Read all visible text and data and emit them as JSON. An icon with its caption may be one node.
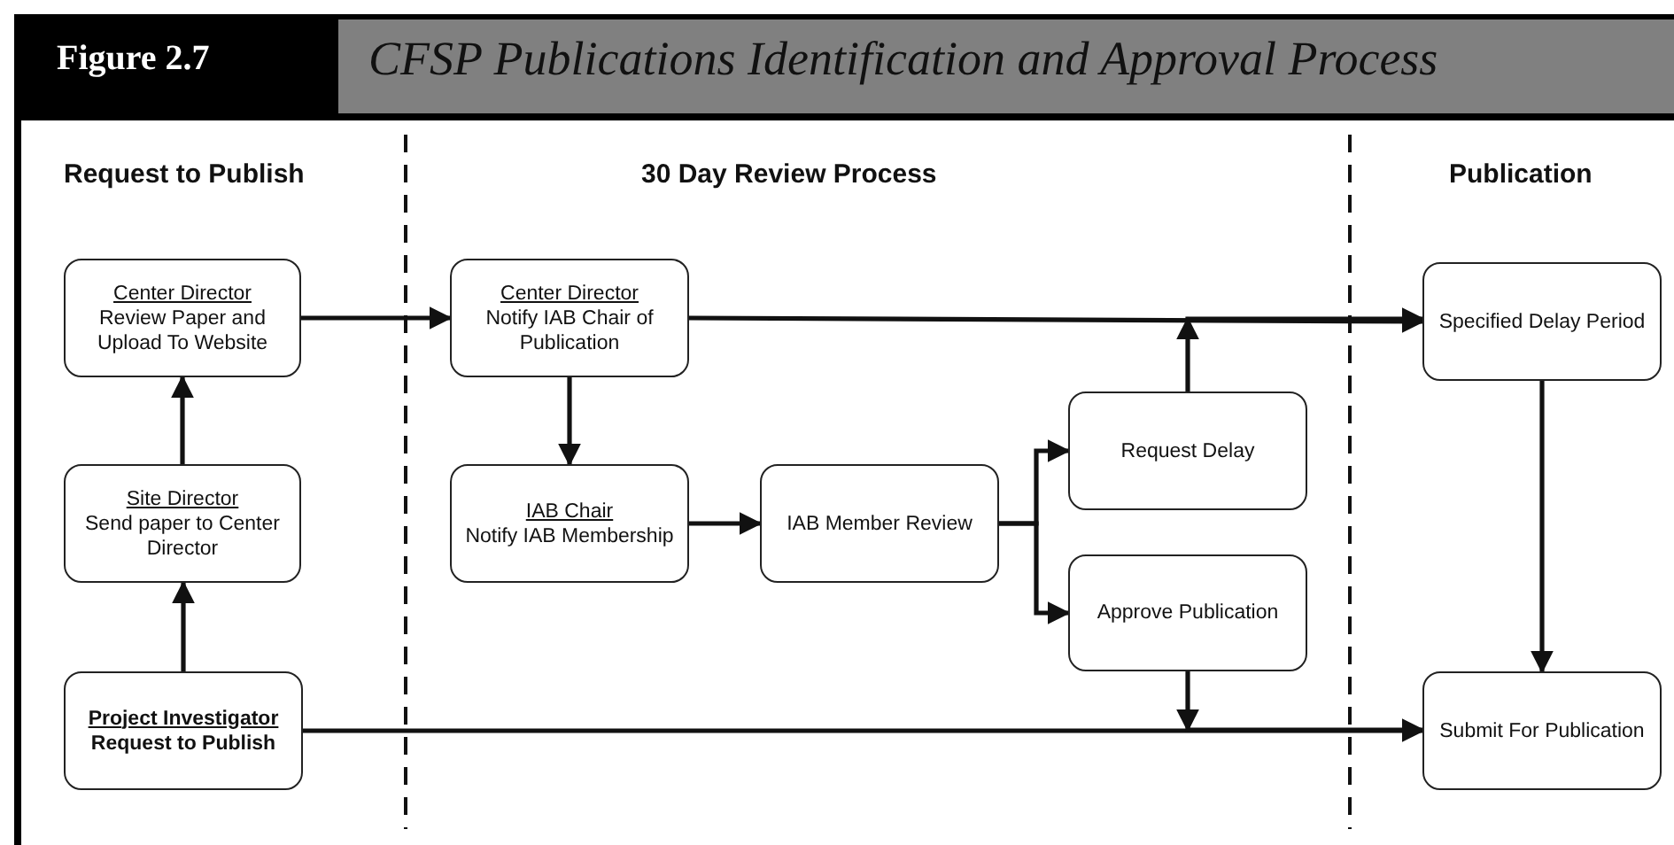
{
  "diagram": {
    "title": "CFSP Publications Identification and Approval Process",
    "nodes": [
      {
        "text": [
          "Center Director",
          "Review Paper and Upload To Website"
        ]
      },
      {
        "text": [
          "Site Director",
          "Send paper to Center Director"
        ]
      },
      {
        "text": [
          "Project Investigator",
          "Request to Publish"
        ]
      },
      {
        "text": [
          "Center Director",
          "Notify IAB Chair of Publication"
        ]
      },
      {
        "text": [
          "IAB Chair",
          "Notify IAB Membership"
        ]
      },
      {
        "text": [
          "IAB Member Review"
        ]
      },
      {
        "text": [
          "Request Delay"
        ]
      },
      {
        "text": [
          "Approve Publication"
        ]
      },
      {
        "text": [
          "Specified Delay Period"
        ]
      },
      {
        "text": [
          "Submit For Publication"
        ]
      }
    ],
    "edges": [
      {
        "from": 2,
        "to": 1,
        "arrow": "to"
      },
      {
        "from": 1,
        "to": 0,
        "arrow": "to"
      },
      {
        "from": 0,
        "to": 3,
        "arrow": "to"
      },
      {
        "from": 3,
        "to": 4,
        "arrow": "to"
      },
      {
        "from": 4,
        "to": 5,
        "arrow": "to"
      },
      {
        "from": 5,
        "to": 6,
        "arrow": "to"
      },
      {
        "from": 5,
        "to": 7,
        "arrow": "to"
      },
      {
        "from": 3,
        "to": 8,
        "arrow": "to"
      },
      {
        "from": 6,
        "to": 8,
        "arrow": "to"
      },
      {
        "from": 8,
        "to": 9,
        "arrow": "to"
      },
      {
        "from": 2,
        "to": 9,
        "arrow": "to"
      },
      {
        "from": 7,
        "to": 9,
        "arrow": "to"
      }
    ],
    "labels": [
      "Figure 2.7",
      "Request to Publish",
      "30 Day Review Process",
      "Publication"
    ]
  }
}
